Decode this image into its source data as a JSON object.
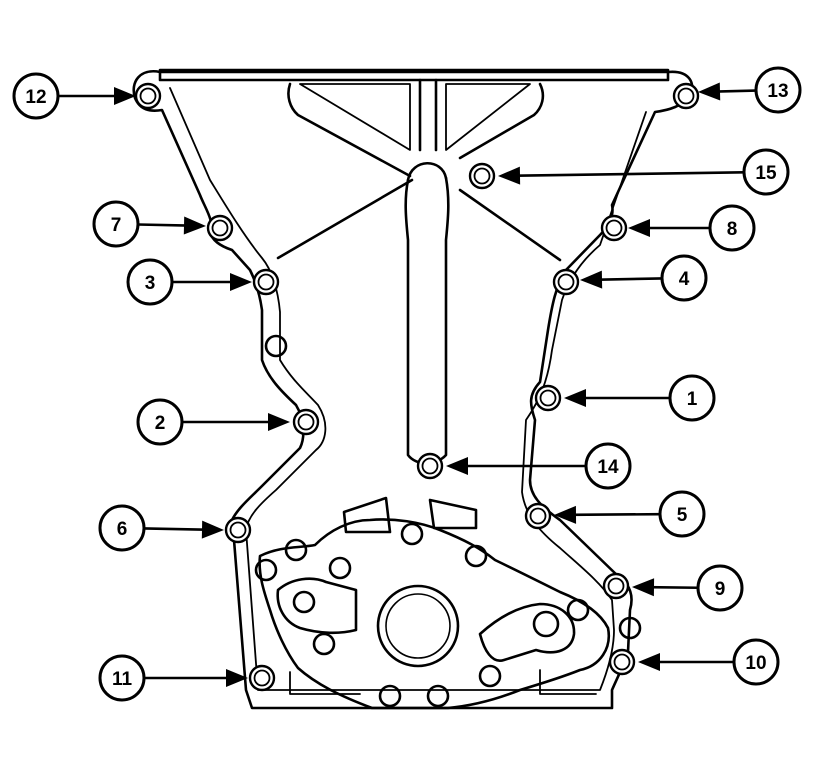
{
  "diagram": {
    "callouts": [
      {
        "id": "12",
        "label": "12"
      },
      {
        "id": "13",
        "label": "13"
      },
      {
        "id": "15",
        "label": "15"
      },
      {
        "id": "7",
        "label": "7"
      },
      {
        "id": "8",
        "label": "8"
      },
      {
        "id": "3",
        "label": "3"
      },
      {
        "id": "4",
        "label": "4"
      },
      {
        "id": "1",
        "label": "1"
      },
      {
        "id": "2",
        "label": "2"
      },
      {
        "id": "14",
        "label": "14"
      },
      {
        "id": "5",
        "label": "5"
      },
      {
        "id": "6",
        "label": "6"
      },
      {
        "id": "9",
        "label": "9"
      },
      {
        "id": "11",
        "label": "11"
      },
      {
        "id": "10",
        "label": "10"
      }
    ]
  }
}
